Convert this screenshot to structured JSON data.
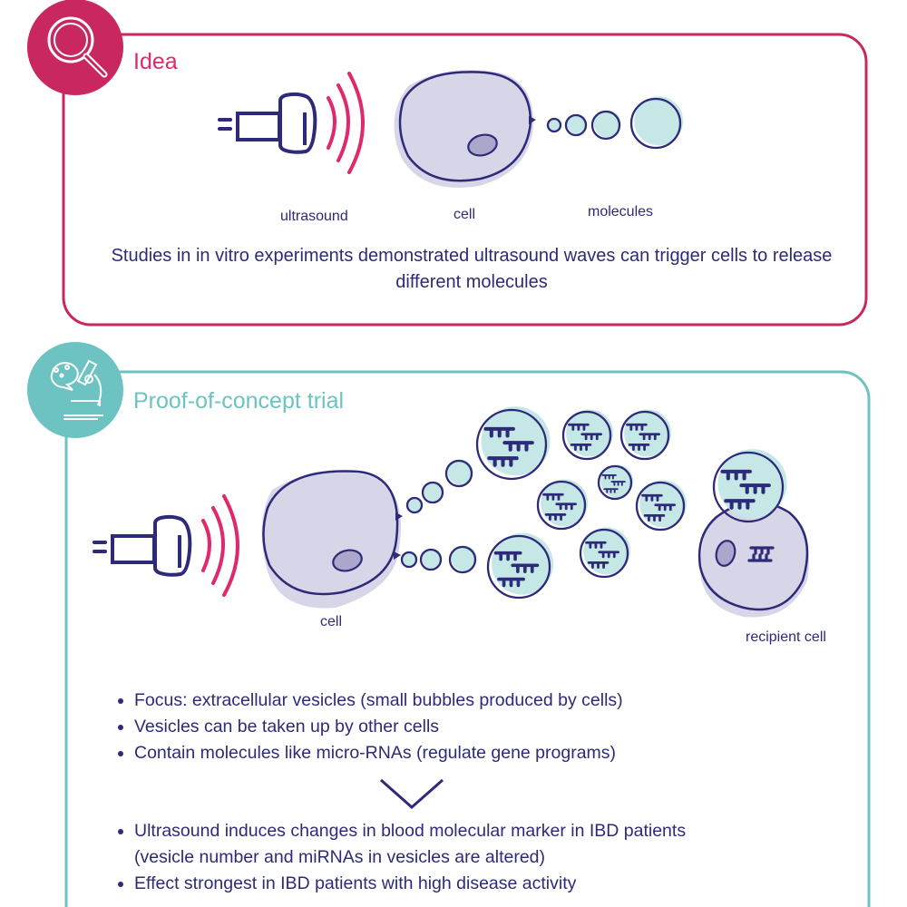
{
  "colors": {
    "navy": "#2d2a7a",
    "magenta": "#c8285f",
    "pink": "#e0286e",
    "teal": "#6cc3c1",
    "light_teal": "#c5e7e6",
    "lavender": "#d7d5e8"
  },
  "idea": {
    "icon": "magnifier-icon",
    "title": "Idea",
    "labels": {
      "ultrasound": "ultrasound",
      "cell": "cell",
      "molecules": "molecules"
    },
    "description": "Studies in in vitro experiments demonstrated ultrasound waves can trigger cells to release different molecules"
  },
  "poc": {
    "icon": "microscope-icon",
    "title": "Proof-of-concept trial",
    "labels": {
      "cell": "cell",
      "recipient": "recipient cell"
    },
    "bullets": [
      "Focus: extracellular vesicles (small bubbles produced by cells)",
      "Vesicles can be taken up by other cells",
      "Contain molecules like micro-RNAs (regulate gene programs)"
    ],
    "results": [
      {
        "line1": "Ultrasound induces changes in blood molecular marker in IBD patients",
        "line2": "(vesicle number and miRNAs in vesicles are altered)"
      },
      {
        "line1": "Effect strongest in IBD patients with high disease activity",
        "line2": ""
      }
    ]
  }
}
